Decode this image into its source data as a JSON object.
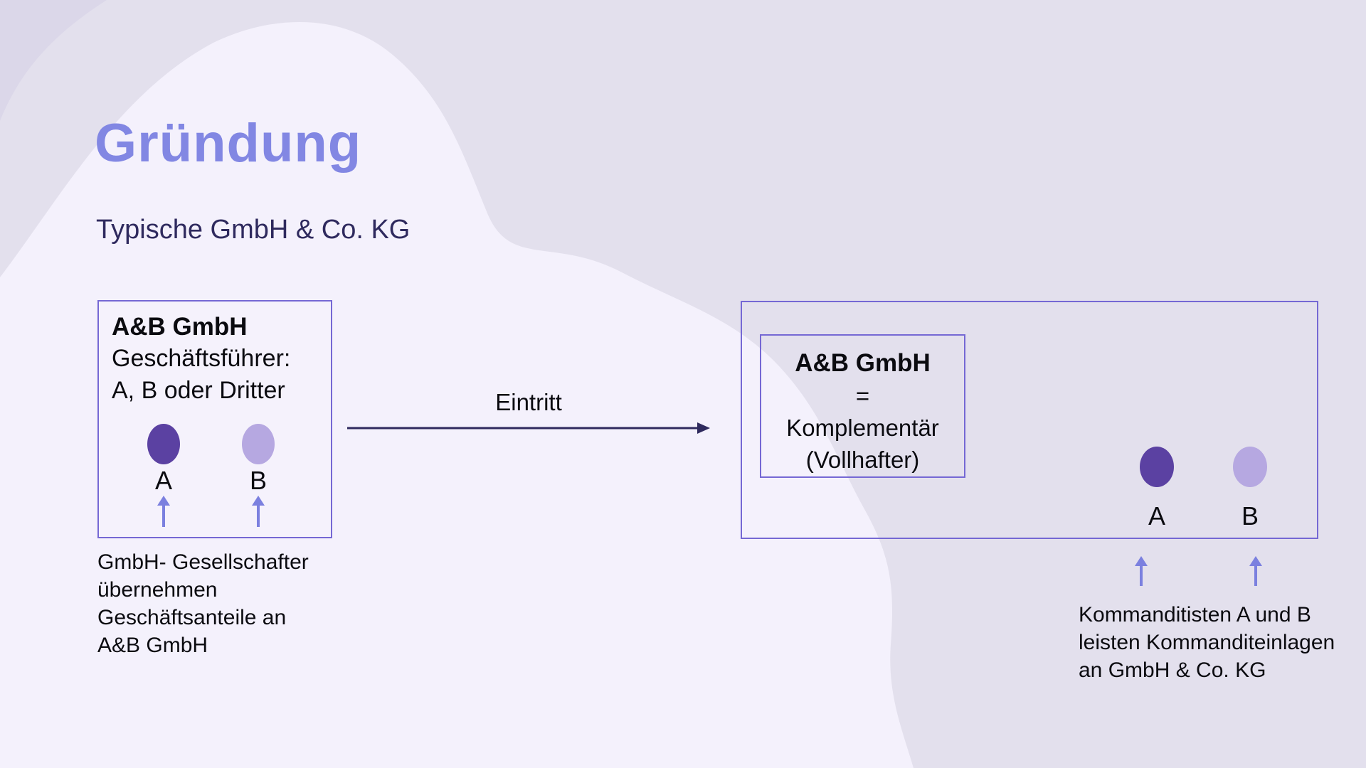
{
  "page": {
    "title": "Gründung",
    "subtitle": "Typische GmbH & Co. KG"
  },
  "left_box": {
    "title": "A&B GmbH",
    "line2": "Geschäftsführer:",
    "line3": "A, B oder Dritter",
    "shareholders": [
      {
        "label": "A",
        "color": "#5b41a2"
      },
      {
        "label": "B",
        "color": "#b6a8e1"
      }
    ],
    "caption_lines": [
      "GmbH- Gesellschafter",
      "übernehmen",
      "Geschäftsanteile an",
      "A&B GmbH"
    ]
  },
  "transition": {
    "label": "Eintritt"
  },
  "right_box": {
    "inner_box": {
      "title": "A&B GmbH",
      "equals": "=",
      "line3": "Komplementär",
      "line4": "(Vollhafter)"
    },
    "partners": [
      {
        "label": "A",
        "color": "#5b41a2"
      },
      {
        "label": "B",
        "color": "#b6a8e1"
      }
    ],
    "caption_lines": [
      "Kommanditisten A und B",
      "leisten Kommanditeinlagen",
      "an GmbH & Co. KG"
    ]
  },
  "colors": {
    "background_base": "#e3e0ed",
    "background_blob": "#f4f1fc",
    "title_accent": "#8287e3",
    "dark_navy_text": "#2f2a5e",
    "box_border": "#7568d4",
    "circle_dark": "#5b41a2",
    "circle_light": "#b6a8e1",
    "small_arrow": "#7b80df",
    "body_text": "#0b0b10"
  }
}
